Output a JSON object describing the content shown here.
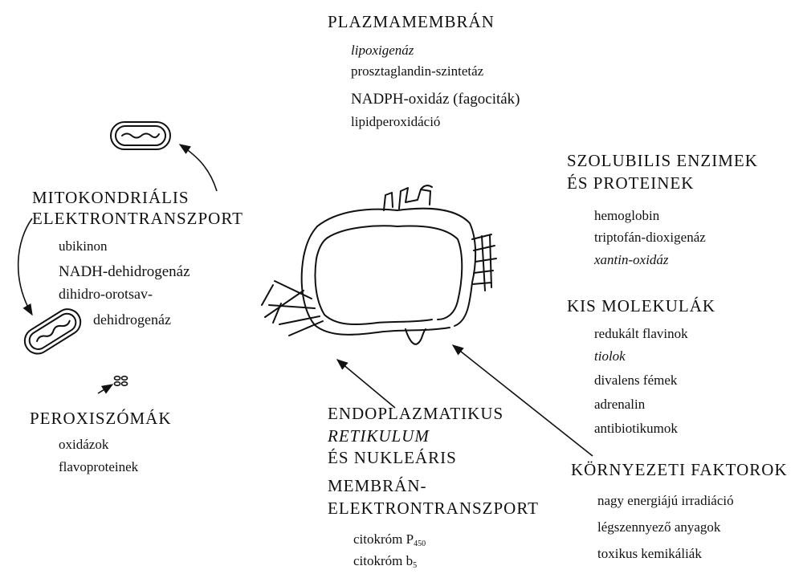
{
  "plasma": {
    "title": "PLAZMAMEMBRÁN",
    "items": [
      "lipoxigenáz",
      "prosztaglandin-szintetáz",
      "NADPH-oxidáz (fagociták)",
      "lipidperoxidáció"
    ]
  },
  "mito": {
    "title1": "MITOKONDRIÁLIS",
    "title2": "ELEKTRONTRANSZPORT",
    "items": [
      "ubikinon",
      "NADH-dehidrogenáz",
      "dihidro-orotsav-",
      "dehidrogenáz"
    ]
  },
  "perox": {
    "title": "PEROXISZÓMÁK",
    "items": [
      "oxidázok",
      "flavoproteinek"
    ]
  },
  "soluble": {
    "title1": "SZOLUBILIS ENZIMEK",
    "title2": "ÉS PROTEINEK",
    "items": [
      "hemoglobin",
      "triptofán-dioxigenáz",
      "xantin-oxidáz"
    ]
  },
  "small": {
    "title": "KIS MOLEKULÁK",
    "items": [
      "redukált flavinok",
      "tiolok",
      "divalens fémek",
      "adrenalin",
      "antibiotikumok"
    ]
  },
  "er": {
    "lines": [
      "ENDOPLAZMATIKUS",
      "RETIKULUM",
      "ÉS NUKLEÁRIS",
      "MEMBRÁN-",
      "ELEKTRONTRANSZPORT"
    ],
    "cyt1_base": "citokróm P",
    "cyt1_sub": "450",
    "cyt2_base": "citokróm b",
    "cyt2_sub": "5"
  },
  "env": {
    "title": "KÖRNYEZETI FAKTOROK",
    "items": [
      "nagy energiájú irradiáció",
      "légszennyező anyagok",
      "toxikus kemikáliák"
    ]
  }
}
